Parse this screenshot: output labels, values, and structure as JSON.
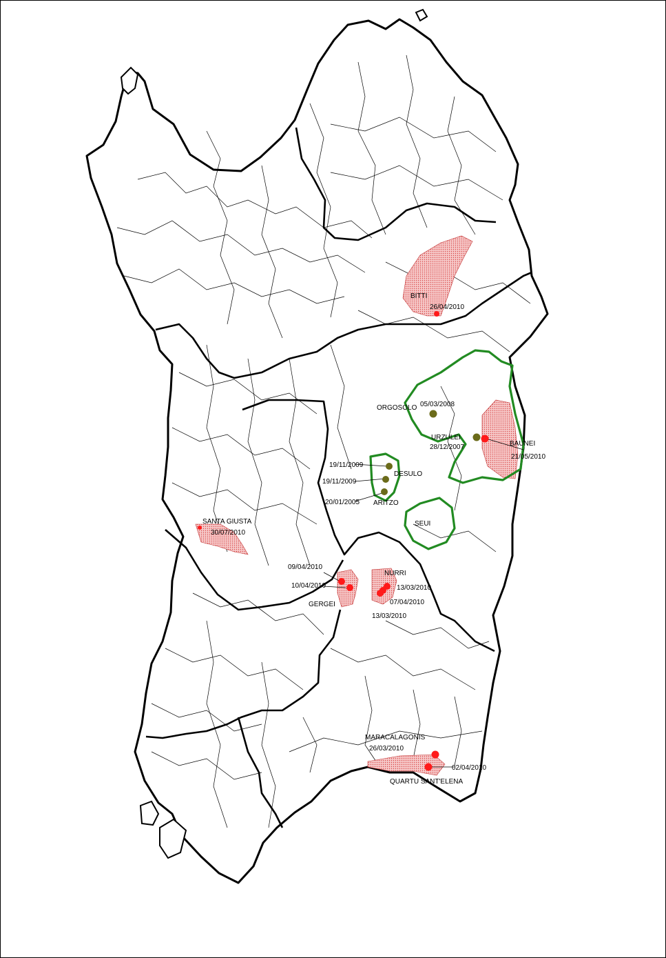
{
  "colors": {
    "outbreak": "#ff1a1a",
    "historic": "#6b6b1a",
    "surveillance_zone": "#228b22",
    "affected_area": "#f2b8b8"
  },
  "places": {
    "bitti": "BITTI",
    "orgosolo": "ORGOSOLO",
    "urzulei": "URZULEI",
    "baunei": "BAUNEI",
    "desulo": "DESULO",
    "aritzo": "ARITZO",
    "seui": "SEUI",
    "santa_giusta": "SANTA GIUSTA",
    "nurri": "NURRI",
    "gergei": "GERGEI",
    "maracalagonis": "MARACALAGONIS",
    "quartu": "QUARTU SANT'ELENA"
  },
  "dates": {
    "bitti": "26/04/2010",
    "orgosolo": "05/03/2008",
    "urzulei": "28/12/2007",
    "baunei": "21/05/2010",
    "desulo_1": "19/11/2009",
    "desulo_2": "19/11/2009",
    "aritzo": "20/01/2005",
    "santa_giusta": "30/07/2010",
    "gergei_1": "09/04/2010",
    "gergei_2": "10/04/2010",
    "nurri_1": "13/03/2010",
    "nurri_2": "07/04/2010",
    "nurri_3": "13/03/2010",
    "maracalagonis": "26/03/2010",
    "quartu": "02/04/2010"
  }
}
